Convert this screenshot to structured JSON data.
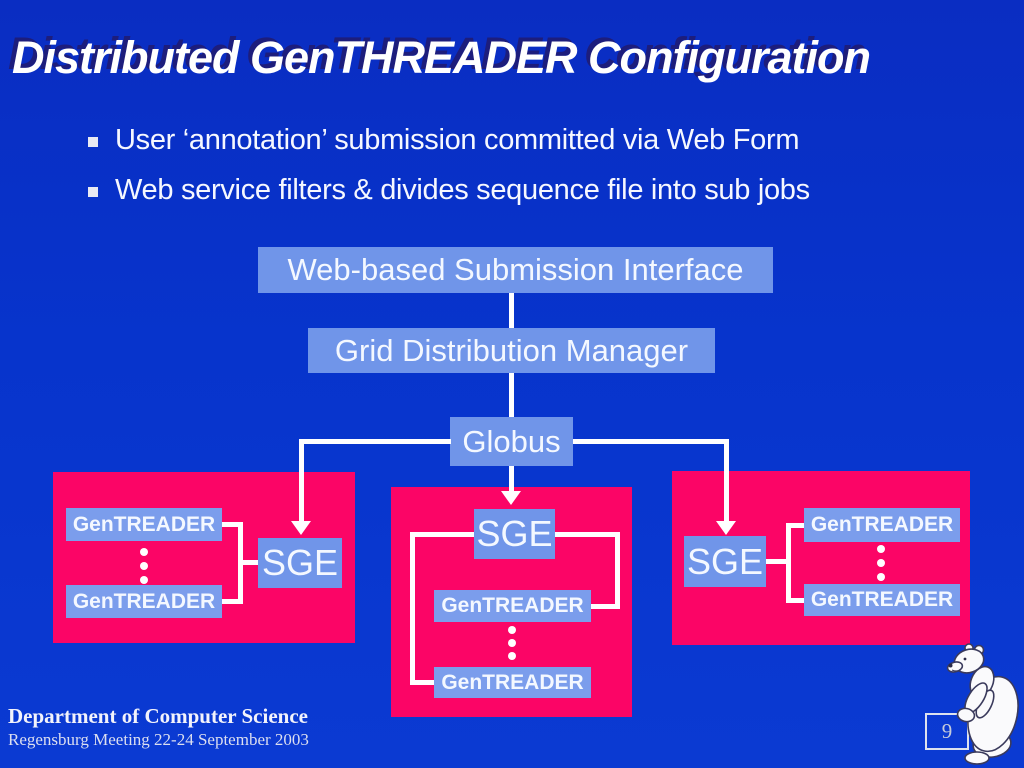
{
  "slide": {
    "title": "Distributed GenTHREADER Configuration",
    "bullets": [
      "User ‘annotation’ submission committed via Web Form",
      "Web service filters & divides sequence file into sub jobs"
    ]
  },
  "diagram": {
    "web_box": "Web-based Submission Interface",
    "grid_box": "Grid Distribution Manager",
    "globus_box": "Globus",
    "clusters": [
      {
        "side": "left",
        "sge": "SGE",
        "workers": [
          "GenTREADER",
          "GenTREADER"
        ]
      },
      {
        "side": "middle",
        "sge": "SGE",
        "workers": [
          "GenTREADER",
          "GenTREADER"
        ]
      },
      {
        "side": "right",
        "sge": "SGE",
        "workers": [
          "GenTREADER",
          "GenTREADER"
        ]
      }
    ]
  },
  "footer": {
    "department": "Department of Computer Science",
    "meeting": "Regensburg Meeting 22-24 September 2003",
    "page_number": "9"
  },
  "icons": {
    "mascot": "polar-bear-icon",
    "bullet": "square-bullet-icon"
  },
  "colors": {
    "background": "#0734CC",
    "node_fill": "#7095E9",
    "worker_fill": "#7B9DEC",
    "cluster_fill": "#FB0566",
    "title_fill": "#FFFFFF",
    "title_shadow": "#1D1D7C",
    "connector": "#FFFFFF",
    "body_text": "#F6F8FF"
  }
}
